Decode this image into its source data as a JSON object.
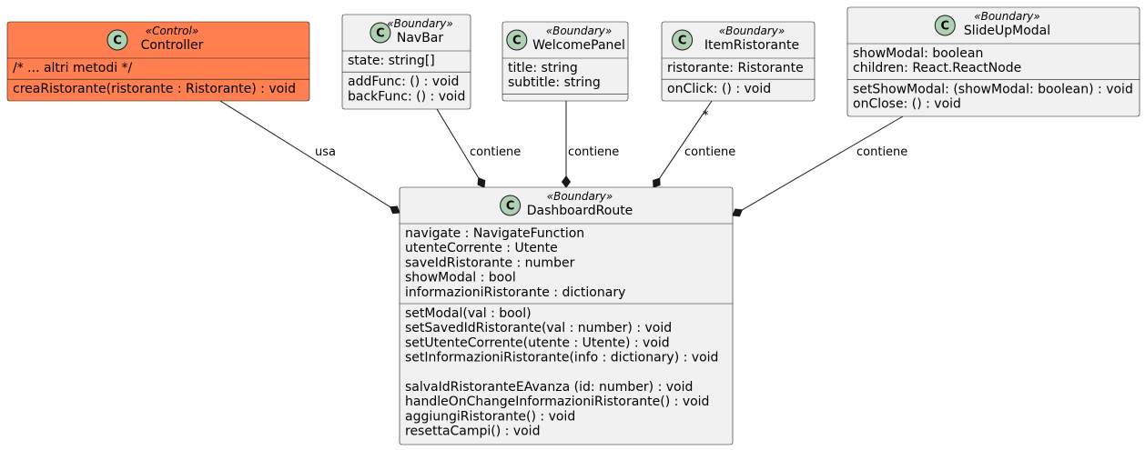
{
  "diagram": {
    "classes": [
      {
        "id": "controller",
        "name": "Controller",
        "stereotype": "«Control»",
        "icon_letter": "C",
        "fill": "#FF7F50",
        "attributes": [
          "/* ... altri metodi */"
        ],
        "methods": [
          "creaRistorante(ristorante : Ristorante) : void"
        ]
      },
      {
        "id": "navbar",
        "name": "NavBar",
        "stereotype": "«Boundary»",
        "icon_letter": "C",
        "fill": "#F1F1F1",
        "attributes": [
          "state: string[]"
        ],
        "methods": [
          "addFunc: () : void",
          "backFunc: () : void"
        ]
      },
      {
        "id": "welcomepanel",
        "name": "WelcomePanel",
        "stereotype": "«Boundary»",
        "icon_letter": "C",
        "fill": "#F1F1F1",
        "attributes": [
          "title: string",
          "subtitle: string"
        ],
        "methods": []
      },
      {
        "id": "itemristorante",
        "name": "ItemRistorante",
        "stereotype": "«Boundary»",
        "icon_letter": "C",
        "fill": "#F1F1F1",
        "attributes": [
          "ristorante: Ristorante"
        ],
        "methods": [
          "onClick: () : void"
        ]
      },
      {
        "id": "slideupmodal",
        "name": "SlideUpModal",
        "stereotype": "«Boundary»",
        "icon_letter": "C",
        "fill": "#F1F1F1",
        "attributes": [
          "showModal: boolean",
          "children: React.ReactNode"
        ],
        "methods": [
          "setShowModal: (showModal: boolean) : void",
          "onClose: () : void"
        ]
      },
      {
        "id": "dashboardroute",
        "name": "DashboardRoute",
        "stereotype": "«Boundary»",
        "icon_letter": "C",
        "fill": "#F1F1F1",
        "attributes": [
          "navigate : NavigateFunction",
          "utenteCorrente : Utente",
          "saveIdRistorante : number",
          "showModal : bool",
          "informazioniRistorante : dictionary"
        ],
        "methods": [
          "setModal(val : bool)",
          "setSavedIdRistorante(val : number) : void",
          "setUtenteCorrente(utente : Utente) : void",
          "setInformazioniRistorante(info : dictionary) : void",
          "",
          "salvaIdRistoranteEAvanza (id: number) : void",
          "handleOnChangeInformazioniRistorante() : void",
          "aggiungiRistorante() : void",
          "resettaCampi() : void"
        ]
      }
    ],
    "relations": [
      {
        "from": "controller",
        "to": "dashboardroute",
        "label": "usa",
        "multiplicity": ""
      },
      {
        "from": "navbar",
        "to": "dashboardroute",
        "label": "contiene",
        "multiplicity": ""
      },
      {
        "from": "welcomepanel",
        "to": "dashboardroute",
        "label": "contiene",
        "multiplicity": ""
      },
      {
        "from": "itemristorante",
        "to": "dashboardroute",
        "label": "contiene",
        "multiplicity": "*"
      },
      {
        "from": "slideupmodal",
        "to": "dashboardroute",
        "label": "contiene",
        "multiplicity": ""
      }
    ],
    "colors": {
      "boundary_fill": "#F1F1F1",
      "control_fill": "#FF7F50",
      "icon_circle": "#ADD1B2",
      "border": "#181818"
    }
  }
}
